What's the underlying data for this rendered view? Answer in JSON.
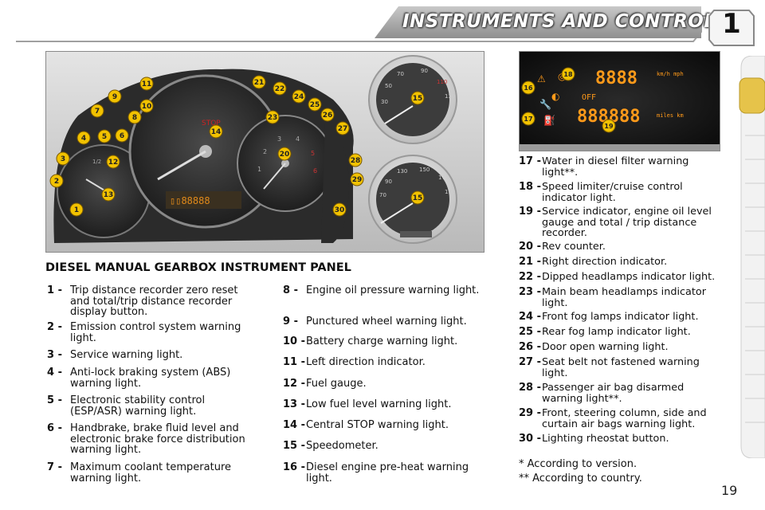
{
  "header": {
    "title": "INSTRUMENTS AND CONTROLS",
    "chapter_number": "1"
  },
  "figure": {
    "digital_display": {
      "top_value": "8888",
      "top_unit": "km/h\nmph",
      "off_label": "OFF",
      "bottom_value": "888888",
      "bottom_unit": "miles\nkm"
    },
    "badges_main": [
      "1",
      "2",
      "3",
      "4",
      "5",
      "6",
      "7",
      "8",
      "9",
      "10",
      "11",
      "12",
      "13",
      "14",
      "15",
      "20",
      "21",
      "22",
      "23",
      "24",
      "25",
      "26",
      "27",
      "28",
      "29",
      "30"
    ],
    "badges_side": [
      "16",
      "17",
      "18",
      "19"
    ]
  },
  "section": {
    "heading": "DIESEL MANUAL GEARBOX INSTRUMENT PANEL",
    "col1": [
      {
        "num": "1 -",
        "text": "Trip distance recorder zero reset and total/trip distance recorder display button."
      },
      {
        "num": "2 -",
        "text": "Emission control system warning light."
      },
      {
        "num": "3 -",
        "text": "Service warning light."
      },
      {
        "num": "4 -",
        "text": "Anti-lock braking system (ABS) warning light."
      },
      {
        "num": "5 -",
        "text": "Electronic stability control (ESP/ASR) warning light."
      },
      {
        "num": "6 -",
        "text": "Handbrake, brake fluid level and electronic brake force distribution warning light."
      },
      {
        "num": "7 -",
        "text": "Maximum coolant temperature warning light."
      }
    ],
    "col2": [
      {
        "num": "8 -",
        "text": "Engine oil pressure warning light."
      },
      {
        "num": "9 -",
        "text": "Punctured wheel warning light."
      },
      {
        "num": "10 -",
        "text": "Battery charge warning light."
      },
      {
        "num": "11 -",
        "text": "Left direction indicator."
      },
      {
        "num": "12 -",
        "text": "Fuel gauge."
      },
      {
        "num": "13 -",
        "text": "Low fuel level warning light."
      },
      {
        "num": "14 -",
        "text": "Central STOP warning light."
      },
      {
        "num": "15 -",
        "text": "Speedometer."
      },
      {
        "num": "16 -",
        "text": "Diesel engine pre-heat warning light."
      }
    ],
    "col3": [
      {
        "num": "17 -",
        "text": "Water in diesel filter warning light**."
      },
      {
        "num": "18 -",
        "text": "Speed limiter/cruise control indicator light."
      },
      {
        "num": "19 -",
        "text": "Service indicator, engine oil level gauge and total / trip distance recorder."
      },
      {
        "num": "20 -",
        "text": "Rev counter."
      },
      {
        "num": "21 -",
        "text": "Right direction indicator."
      },
      {
        "num": "22 -",
        "text": "Dipped headlamps indicator light."
      },
      {
        "num": "23 -",
        "text": "Main beam headlamps indicator light."
      },
      {
        "num": "24 -",
        "text": "Front fog lamps indicator light."
      },
      {
        "num": "25 -",
        "text": "Rear fog lamp indicator light."
      },
      {
        "num": "26 -",
        "text": "Door open warning light."
      },
      {
        "num": "27 -",
        "text": "Seat belt not fastened warning light."
      },
      {
        "num": "28 -",
        "text": "Passenger air bag disarmed warning light**."
      },
      {
        "num": "29 -",
        "text": "Front, steering column, side and curtain air bags warning light."
      },
      {
        "num": "30 -",
        "text": "Lighting rheostat button."
      }
    ],
    "notes": [
      "*  According to version.",
      "** According to country."
    ]
  },
  "page_number": "19",
  "colors": {
    "banner_gray": "#9a9a9a",
    "badge_yellow": "#f2c200",
    "badge_border": "#7a5a00",
    "display_amber": "#ff9a1a"
  }
}
